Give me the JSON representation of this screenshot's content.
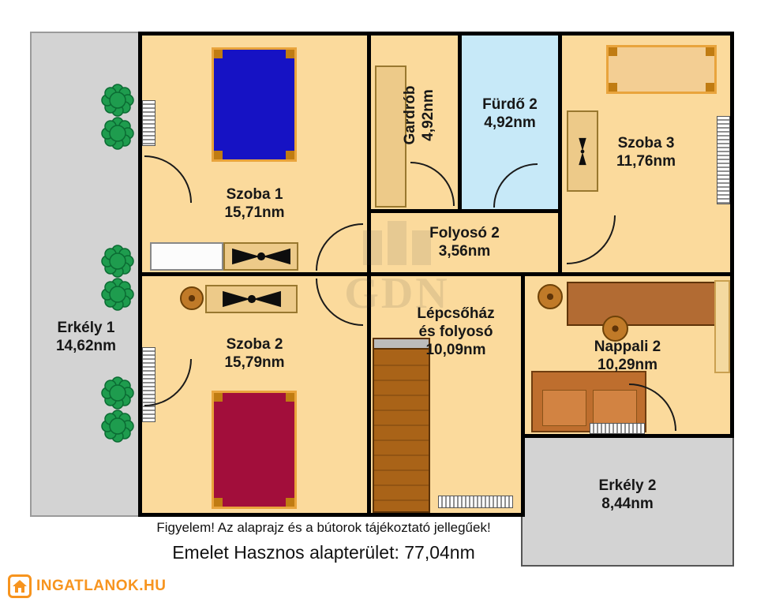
{
  "meta": {
    "disclaimer": "Figyelem! Az alaprajz és a bútorok tájékoztató jellegűek!",
    "title": "Emelet Hasznos alapterület: 77,04nm",
    "watermark": "GDN",
    "logo_text": "INGATLANOK.HU"
  },
  "rooms": {
    "szoba1": {
      "name": "Szoba 1",
      "area": "15,71nm"
    },
    "szoba2": {
      "name": "Szoba 2",
      "area": "15,79nm"
    },
    "szoba3": {
      "name": "Szoba 3",
      "area": "11,76nm"
    },
    "gardrob": {
      "name": "Gardrób",
      "area": "4,92nm"
    },
    "furdo2": {
      "name": "Fürdő 2",
      "area": "4,92nm"
    },
    "folyoso2": {
      "name": "Folyosó 2",
      "area": "3,56nm"
    },
    "lepcsohaz": {
      "name": "Lépcsőház és folyosó",
      "area": "10,09nm"
    },
    "nappali2": {
      "name": "Nappali 2",
      "area": "10,29nm"
    },
    "erkely1": {
      "name": "Erkély 1",
      "area": "14,62nm"
    },
    "erkely2": {
      "name": "Erkély 2",
      "area": "8,44nm"
    }
  },
  "colors": {
    "room_fill": "#FBDA9C",
    "bathroom_fill": "#C7E9F8",
    "balcony_fill": "#D3D3D3",
    "wall": "#000000",
    "bed_blue": "#1612C4",
    "bed_red": "#A20E3B",
    "furniture_tan": "#EDCA89",
    "stairs_brown": "#A96318",
    "sofa_brown": "#BE6E2E",
    "plant_green": "#1E9C4E",
    "logo_orange": "#F7941E"
  }
}
